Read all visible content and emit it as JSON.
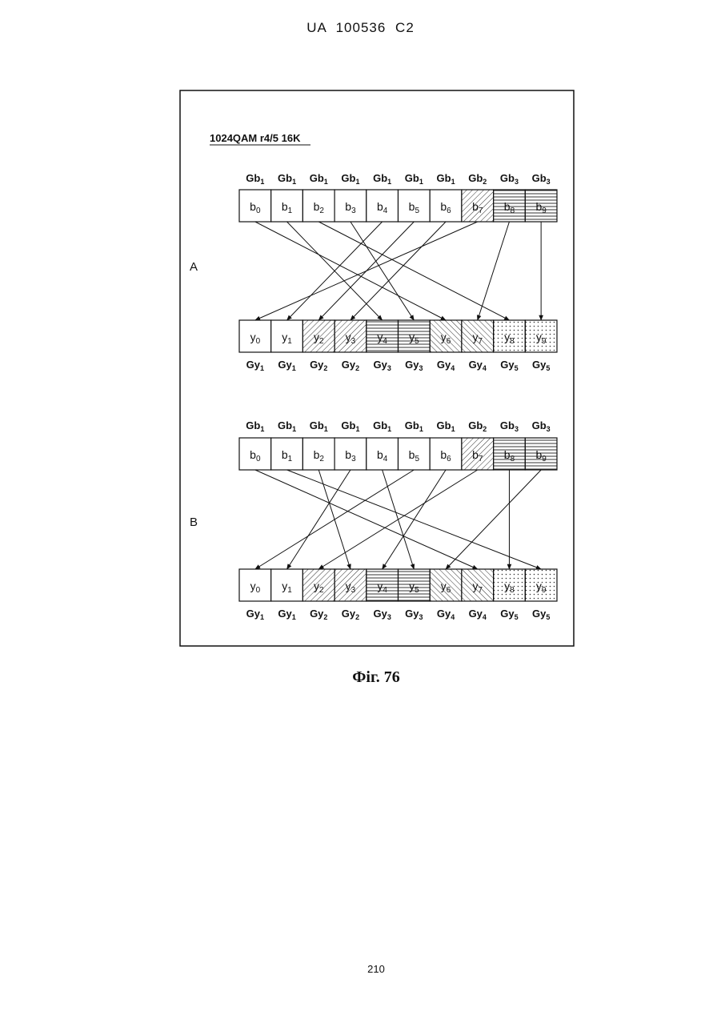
{
  "header": {
    "text": "UA   100536   C2"
  },
  "figure": {
    "title": "1024QAM r4/5 16K",
    "caption": "Фіг. 76",
    "page_number": "210",
    "panels": [
      {
        "label": "A",
        "top_groups": [
          {
            "main": "Gb",
            "sub": "1"
          },
          {
            "main": "Gb",
            "sub": "1"
          },
          {
            "main": "Gb",
            "sub": "1"
          },
          {
            "main": "Gb",
            "sub": "1"
          },
          {
            "main": "Gb",
            "sub": "1"
          },
          {
            "main": "Gb",
            "sub": "1"
          },
          {
            "main": "Gb",
            "sub": "1"
          },
          {
            "main": "Gb",
            "sub": "2"
          },
          {
            "main": "Gb",
            "sub": "3"
          },
          {
            "main": "Gb",
            "sub": "3"
          }
        ],
        "top_cells": [
          {
            "main": "b",
            "sub": "0",
            "pattern": "none"
          },
          {
            "main": "b",
            "sub": "1",
            "pattern": "none"
          },
          {
            "main": "b",
            "sub": "2",
            "pattern": "none"
          },
          {
            "main": "b",
            "sub": "3",
            "pattern": "none"
          },
          {
            "main": "b",
            "sub": "4",
            "pattern": "none"
          },
          {
            "main": "b",
            "sub": "5",
            "pattern": "none"
          },
          {
            "main": "b",
            "sub": "6",
            "pattern": "none"
          },
          {
            "main": "b",
            "sub": "7",
            "pattern": "diag"
          },
          {
            "main": "b",
            "sub": "8",
            "pattern": "horiz"
          },
          {
            "main": "b",
            "sub": "9",
            "pattern": "horiz"
          }
        ],
        "bottom_cells": [
          {
            "main": "y",
            "sub": "0",
            "pattern": "none"
          },
          {
            "main": "y",
            "sub": "1",
            "pattern": "none"
          },
          {
            "main": "y",
            "sub": "2",
            "pattern": "diag"
          },
          {
            "main": "y",
            "sub": "3",
            "pattern": "diag"
          },
          {
            "main": "y",
            "sub": "4",
            "pattern": "horiz"
          },
          {
            "main": "y",
            "sub": "5",
            "pattern": "horiz"
          },
          {
            "main": "y",
            "sub": "6",
            "pattern": "back"
          },
          {
            "main": "y",
            "sub": "7",
            "pattern": "back"
          },
          {
            "main": "y",
            "sub": "8",
            "pattern": "dots"
          },
          {
            "main": "y",
            "sub": "9",
            "pattern": "dots"
          }
        ],
        "bottom_groups": [
          {
            "main": "Gy",
            "sub": "1"
          },
          {
            "main": "Gy",
            "sub": "1"
          },
          {
            "main": "Gy",
            "sub": "2"
          },
          {
            "main": "Gy",
            "sub": "2"
          },
          {
            "main": "Gy",
            "sub": "3"
          },
          {
            "main": "Gy",
            "sub": "3"
          },
          {
            "main": "Gy",
            "sub": "4"
          },
          {
            "main": "Gy",
            "sub": "4"
          },
          {
            "main": "Gy",
            "sub": "5"
          },
          {
            "main": "Gy",
            "sub": "5"
          }
        ],
        "mapping": [
          {
            "from": "b0",
            "to": "y6"
          },
          {
            "from": "b1",
            "to": "y4"
          },
          {
            "from": "b2",
            "to": "y8"
          },
          {
            "from": "b3",
            "to": "y5"
          },
          {
            "from": "b4",
            "to": "y1"
          },
          {
            "from": "b5",
            "to": "y2"
          },
          {
            "from": "b6",
            "to": "y3"
          },
          {
            "from": "b7",
            "to": "y0"
          },
          {
            "from": "b8",
            "to": "y7"
          },
          {
            "from": "b9",
            "to": "y9"
          }
        ]
      },
      {
        "label": "B",
        "top_groups": [
          {
            "main": "Gb",
            "sub": "1"
          },
          {
            "main": "Gb",
            "sub": "1"
          },
          {
            "main": "Gb",
            "sub": "1"
          },
          {
            "main": "Gb",
            "sub": "1"
          },
          {
            "main": "Gb",
            "sub": "1"
          },
          {
            "main": "Gb",
            "sub": "1"
          },
          {
            "main": "Gb",
            "sub": "1"
          },
          {
            "main": "Gb",
            "sub": "2"
          },
          {
            "main": "Gb",
            "sub": "3"
          },
          {
            "main": "Gb",
            "sub": "3"
          }
        ],
        "top_cells": [
          {
            "main": "b",
            "sub": "0",
            "pattern": "none"
          },
          {
            "main": "b",
            "sub": "1",
            "pattern": "none"
          },
          {
            "main": "b",
            "sub": "2",
            "pattern": "none"
          },
          {
            "main": "b",
            "sub": "3",
            "pattern": "none"
          },
          {
            "main": "b",
            "sub": "4",
            "pattern": "none"
          },
          {
            "main": "b",
            "sub": "5",
            "pattern": "none"
          },
          {
            "main": "b",
            "sub": "6",
            "pattern": "none"
          },
          {
            "main": "b",
            "sub": "7",
            "pattern": "diag"
          },
          {
            "main": "b",
            "sub": "8",
            "pattern": "horiz"
          },
          {
            "main": "b",
            "sub": "9",
            "pattern": "horiz"
          }
        ],
        "bottom_cells": [
          {
            "main": "y",
            "sub": "0",
            "pattern": "none"
          },
          {
            "main": "y",
            "sub": "1",
            "pattern": "none"
          },
          {
            "main": "y",
            "sub": "2",
            "pattern": "diag"
          },
          {
            "main": "y",
            "sub": "3",
            "pattern": "diag"
          },
          {
            "main": "y",
            "sub": "4",
            "pattern": "horiz"
          },
          {
            "main": "y",
            "sub": "5",
            "pattern": "horiz"
          },
          {
            "main": "y",
            "sub": "6",
            "pattern": "back"
          },
          {
            "main": "y",
            "sub": "7",
            "pattern": "back"
          },
          {
            "main": "y",
            "sub": "8",
            "pattern": "dots"
          },
          {
            "main": "y",
            "sub": "9",
            "pattern": "dots"
          }
        ],
        "bottom_groups": [
          {
            "main": "Gy",
            "sub": "1"
          },
          {
            "main": "Gy",
            "sub": "1"
          },
          {
            "main": "Gy",
            "sub": "2"
          },
          {
            "main": "Gy",
            "sub": "2"
          },
          {
            "main": "Gy",
            "sub": "3"
          },
          {
            "main": "Gy",
            "sub": "3"
          },
          {
            "main": "Gy",
            "sub": "4"
          },
          {
            "main": "Gy",
            "sub": "4"
          },
          {
            "main": "Gy",
            "sub": "5"
          },
          {
            "main": "Gy",
            "sub": "5"
          }
        ],
        "mapping": [
          {
            "from": "b0",
            "to": "y7"
          },
          {
            "from": "b1",
            "to": "y9"
          },
          {
            "from": "b2",
            "to": "y3"
          },
          {
            "from": "b3",
            "to": "y1"
          },
          {
            "from": "b4",
            "to": "y5"
          },
          {
            "from": "b5",
            "to": "y0"
          },
          {
            "from": "b6",
            "to": "y4"
          },
          {
            "from": "b7",
            "to": "y2"
          },
          {
            "from": "b8",
            "to": "y8"
          },
          {
            "from": "b9",
            "to": "y6"
          }
        ]
      }
    ]
  }
}
